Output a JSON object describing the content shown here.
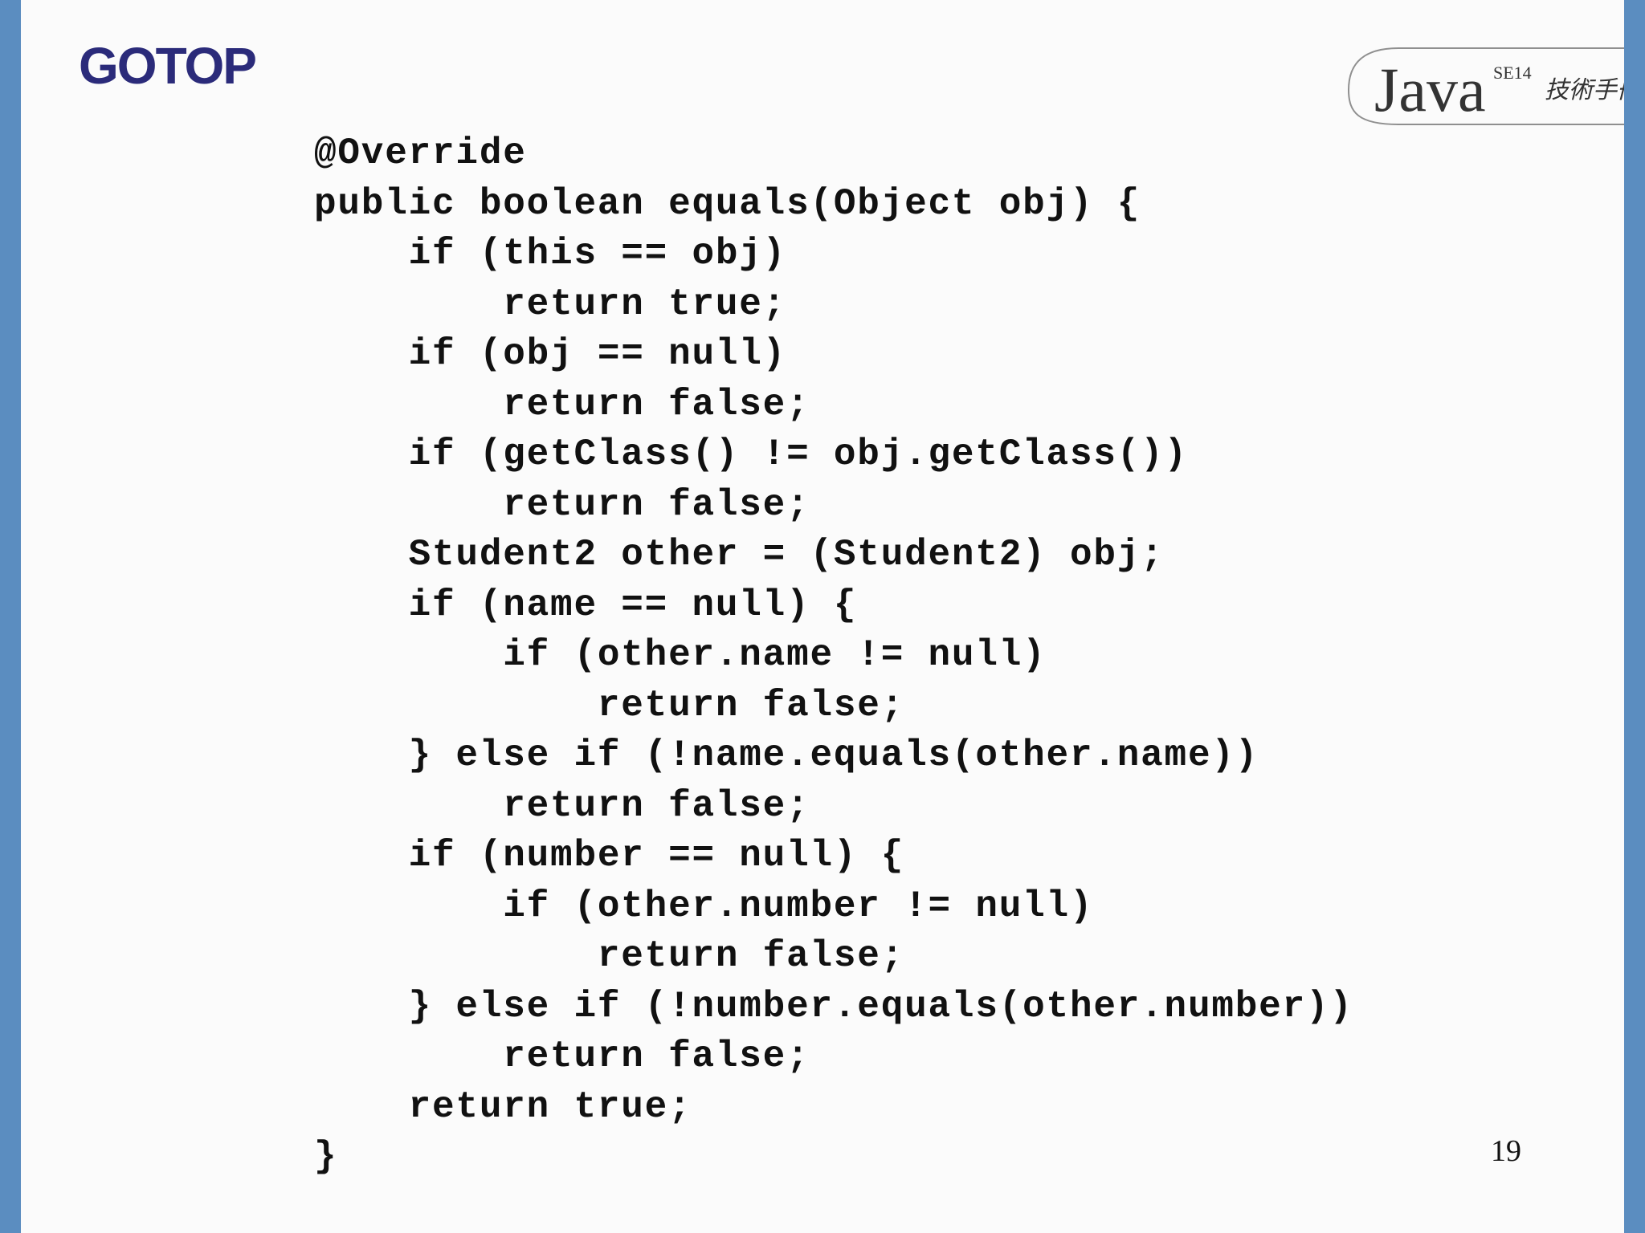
{
  "colors": {
    "side_bar": "#5b8dc0",
    "gotop_logo": "#2b2b7a",
    "badge_outline": "#8f8f8f",
    "badge_text": "#333333",
    "code_text": "#111111",
    "page_number": "#111111"
  },
  "header": {
    "publisher_logo": "GOTOP",
    "book_badge": {
      "java": "Java",
      "edition": "SE14",
      "cjk_mark": "技術手冊"
    }
  },
  "code": {
    "lines": [
      "@Override",
      "public boolean equals(Object obj) {",
      "    if (this == obj)",
      "        return true;",
      "    if (obj == null)",
      "        return false;",
      "    if (getClass() != obj.getClass())",
      "        return false;",
      "    Student2 other = (Student2) obj;",
      "    if (name == null) {",
      "        if (other.name != null)",
      "            return false;",
      "    } else if (!name.equals(other.name))",
      "        return false;",
      "    if (number == null) {",
      "        if (other.number != null)",
      "            return false;",
      "    } else if (!number.equals(other.number))",
      "        return false;",
      "    return true;",
      "}"
    ]
  },
  "footer": {
    "page_number": "19"
  }
}
